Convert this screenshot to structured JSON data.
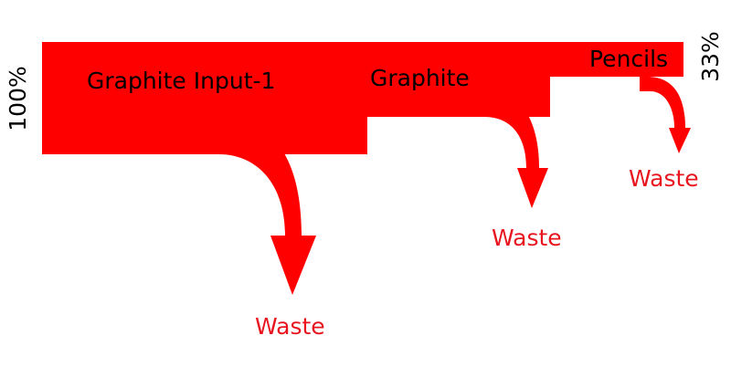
{
  "diagram": {
    "flow_color": "#ff0000",
    "waste_text_color": "#e8141e",
    "input_label": "Graphite Input-1",
    "middle_label": "Graphite",
    "output_label": "Pencils",
    "input_percent": "100%",
    "output_percent": "33%",
    "waste_labels": [
      "Waste",
      "Waste",
      "Waste"
    ]
  }
}
